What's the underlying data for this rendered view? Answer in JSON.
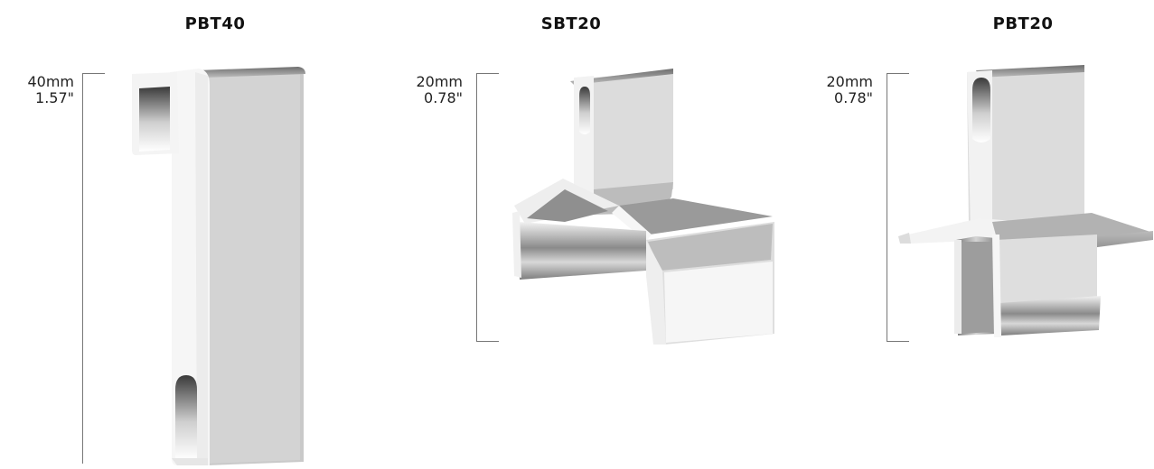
{
  "products": [
    {
      "name": "PBT40",
      "dim_mm": "40mm",
      "dim_in": "1.57\""
    },
    {
      "name": "SBT20",
      "dim_mm": "20mm",
      "dim_in": "0.78\""
    },
    {
      "name": "PBT20",
      "dim_mm": "20mm",
      "dim_in": "0.78\""
    }
  ],
  "colors": {
    "face": "#d9d9d9",
    "face_dark": "#c4c4c4",
    "edge": "#f4f4f4",
    "shade": "#9a9a9a",
    "bracket": "#777777"
  }
}
